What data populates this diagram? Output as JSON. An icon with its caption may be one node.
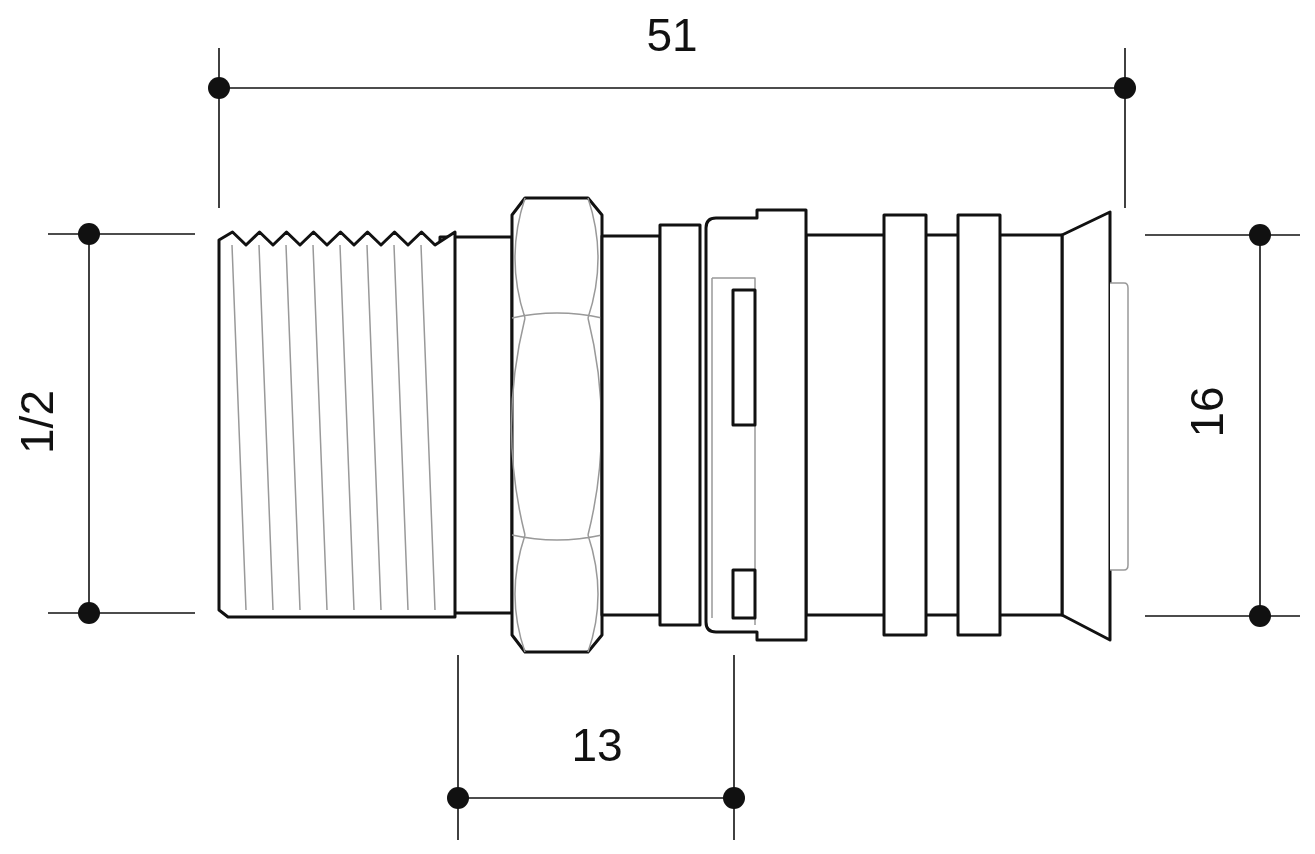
{
  "diagram": {
    "labels": [
      "51",
      "1/2",
      "16",
      "13"
    ]
  }
}
